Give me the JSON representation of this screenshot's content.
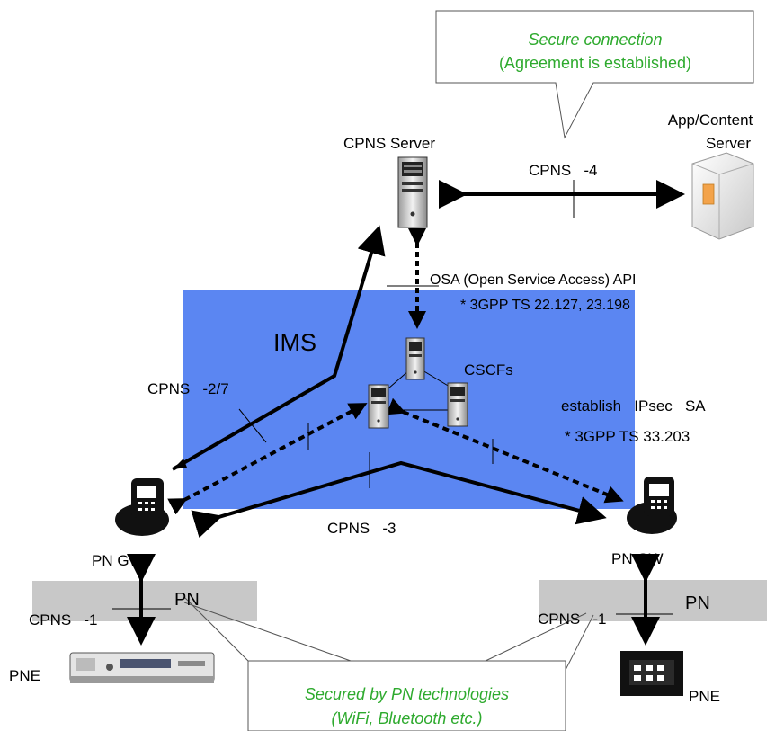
{
  "callouts": {
    "secure": {
      "line1": "Secure connection",
      "line2": "(Agreement is established)"
    },
    "pn_tech": {
      "line1": "Secured by PN technologies",
      "line2": "(WiFi, Bluetooth etc.)"
    }
  },
  "nodes": {
    "cpns_server": "CPNS Server",
    "app_server_line1": "App/Content",
    "app_server_line2": "Server",
    "cscfs": "CSCFs",
    "ims": "IMS",
    "pn_gw_left": "PN GW",
    "pn_gw_right": "PN GW",
    "pn_left": "PN",
    "pn_right": "PN",
    "pne_left": "PNE",
    "pne_right": "PNE"
  },
  "interfaces": {
    "cpns4": "CPNS   -4",
    "cpns27": "CPNS   -2/7",
    "cpns3": "CPNS   -3",
    "cpns1_left": "CPNS   -1",
    "cpns1_right": "CPNS   -1"
  },
  "notes": {
    "osa_line1": "OSA (Open Service Access) API",
    "osa_line2": "* 3GPP TS 22.127, 23.198",
    "ipsec_line1": "establish   IPsec   SA",
    "ipsec_line2": "* 3GPP TS 33.203"
  },
  "colors": {
    "ims_fill": "#5b86f2",
    "pn_band": "#c8c8c8",
    "callout_text": "#2eaa2e"
  }
}
